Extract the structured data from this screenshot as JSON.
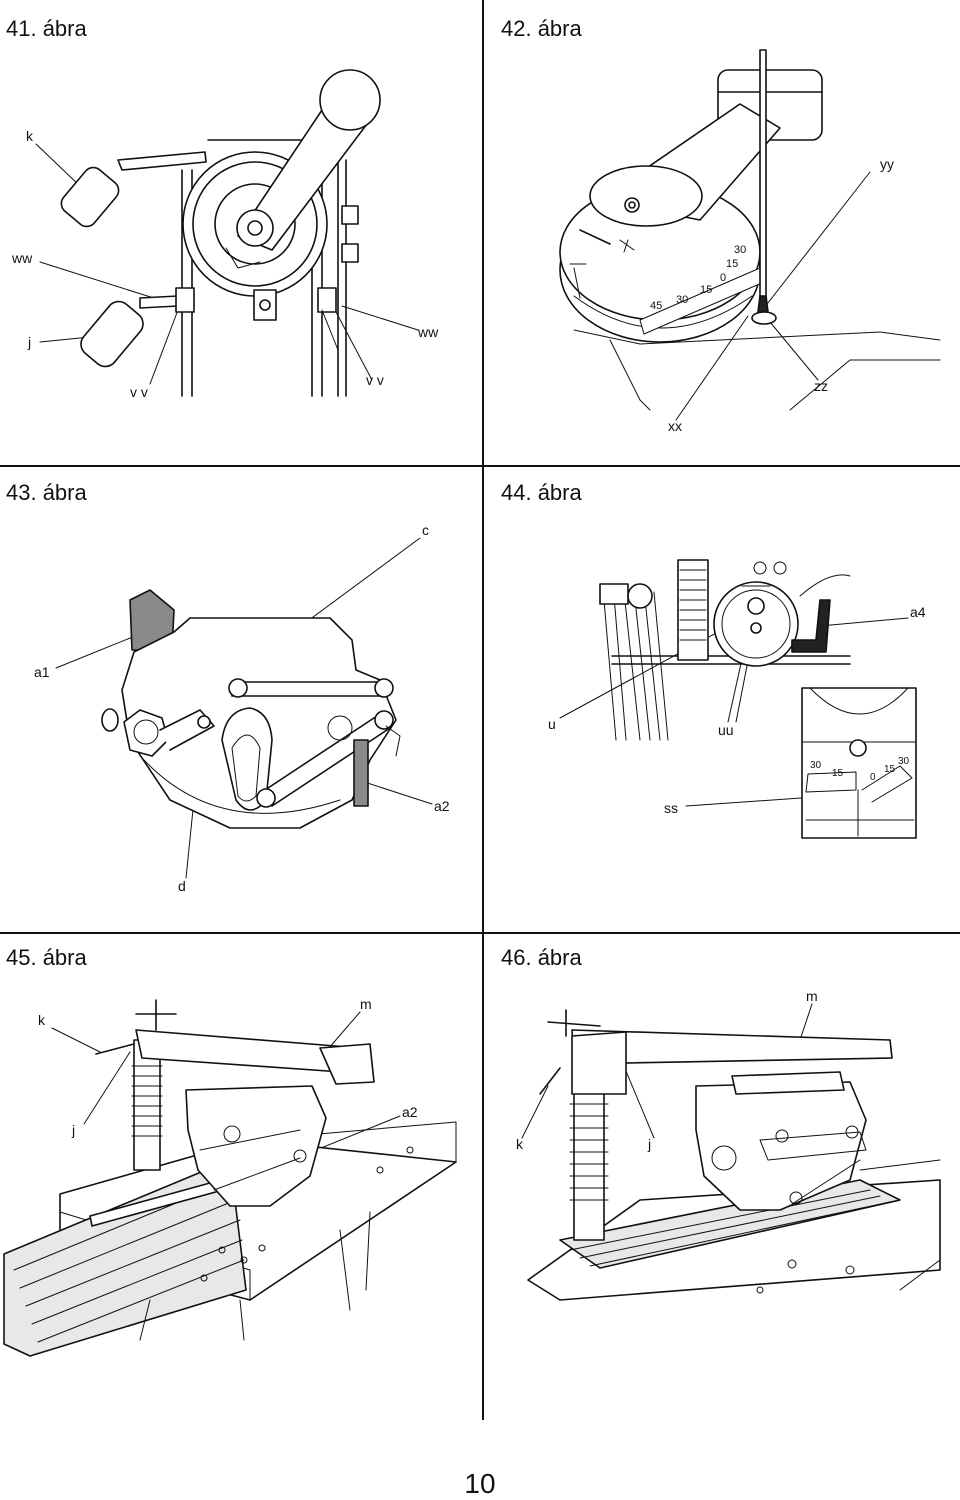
{
  "page_number": "10",
  "figures": [
    {
      "title": "41. ábra",
      "labels": [
        "k",
        "ww",
        "j",
        "v v",
        "v v",
        "ww"
      ]
    },
    {
      "title": "42. ábra",
      "labels": [
        "yy",
        "zz",
        "xx"
      ],
      "scale": [
        "45",
        "30",
        "15",
        "0",
        "15",
        "30"
      ]
    },
    {
      "title": "43. ábra",
      "labels": [
        "c",
        "a1",
        "a2",
        "d"
      ]
    },
    {
      "title": "44. ábra",
      "labels": [
        "a4",
        "u",
        "uu",
        "ss"
      ],
      "scale": [
        "30",
        "15",
        "0",
        "15",
        "30"
      ]
    },
    {
      "title": "45. ábra",
      "labels": [
        "k",
        "m",
        "a2",
        "j"
      ]
    },
    {
      "title": "46. ábra",
      "labels": [
        "m",
        "k",
        "j"
      ]
    }
  ]
}
